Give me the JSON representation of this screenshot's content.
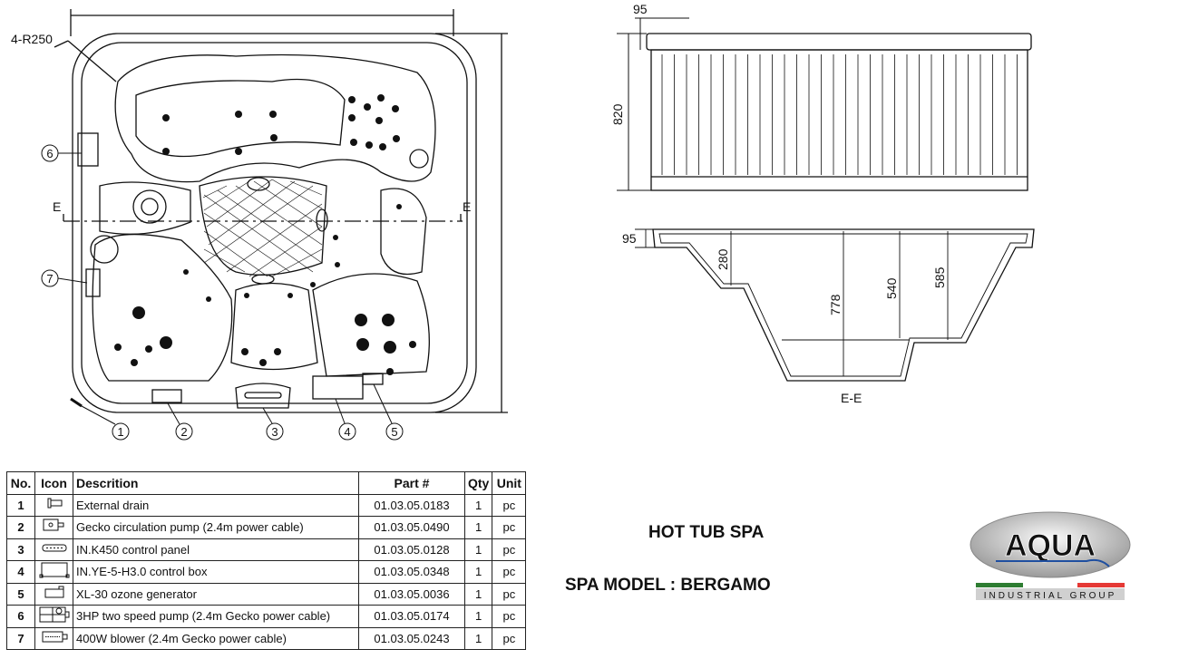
{
  "top_view": {
    "radius_label": "4-R250",
    "section_mark_left": "E",
    "section_mark_right": "E",
    "callouts": [
      "1",
      "2",
      "3",
      "4",
      "5",
      "6",
      "7"
    ]
  },
  "side_view": {
    "lip_dim": "95",
    "height_dim": "820"
  },
  "section_view": {
    "lip_dim": "95",
    "dims": [
      "280",
      "778",
      "540",
      "585"
    ],
    "title": "E-E"
  },
  "table": {
    "headers": [
      "No.",
      "Icon",
      "Descrition",
      "Part #",
      "Qty",
      "Unit"
    ],
    "rows": [
      {
        "no": "1",
        "icon": "drain-icon",
        "desc": "External drain",
        "part": "01.03.05.0183",
        "qty": "1",
        "unit": "pc"
      },
      {
        "no": "2",
        "icon": "circulation-pump-icon",
        "desc": "Gecko circulation pump (2.4m power cable)",
        "part": "01.03.05.0490",
        "qty": "1",
        "unit": "pc"
      },
      {
        "no": "3",
        "icon": "control-panel-icon",
        "desc": "IN.K450 control panel",
        "part": "01.03.05.0128",
        "qty": "1",
        "unit": "pc"
      },
      {
        "no": "4",
        "icon": "control-box-icon",
        "desc": "IN.YE-5-H3.0 control box",
        "part": "01.03.05.0348",
        "qty": "1",
        "unit": "pc"
      },
      {
        "no": "5",
        "icon": "ozone-generator-icon",
        "desc": "XL-30 ozone generator",
        "part": "01.03.05.0036",
        "qty": "1",
        "unit": "pc"
      },
      {
        "no": "6",
        "icon": "pump-icon",
        "desc": "3HP two speed pump (2.4m Gecko power cable)",
        "part": "01.03.05.0174",
        "qty": "1",
        "unit": "pc"
      },
      {
        "no": "7",
        "icon": "blower-icon",
        "desc": "400W blower (2.4m Gecko power cable)",
        "part": "01.03.05.0243",
        "qty": "1",
        "unit": "pc"
      }
    ]
  },
  "title": "HOT TUB SPA",
  "model": "SPA MODEL  : BERGAMO",
  "logo": {
    "brand": "AQUA",
    "tagline": "INDUSTRIAL GROUP"
  }
}
